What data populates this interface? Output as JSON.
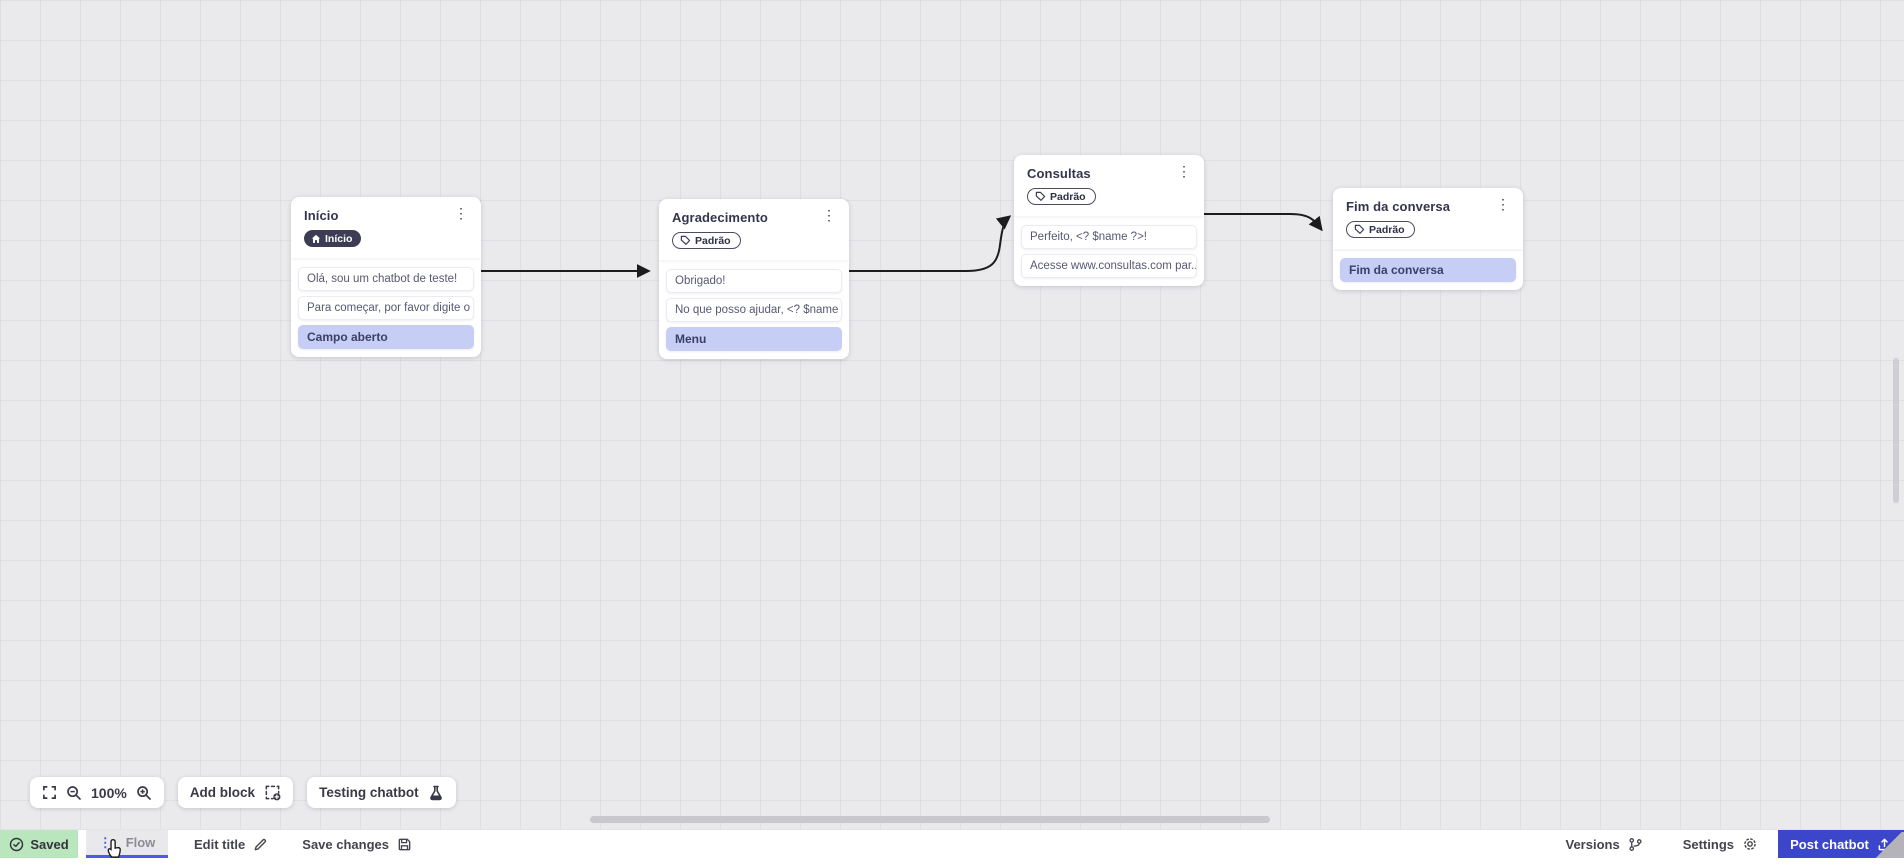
{
  "canvas": {
    "nodes": [
      {
        "title": "Início",
        "badge": {
          "label": "Início",
          "icon": "home-icon",
          "style": "dark"
        },
        "rows": [
          {
            "text": "Olá, sou um chatbot de teste!"
          },
          {
            "text": "Para começar, por favor digite o ..."
          },
          {
            "text": "Campo aberto"
          }
        ]
      },
      {
        "title": "Agradecimento",
        "badge": {
          "label": "Padrão",
          "icon": "tag-icon",
          "style": "outline"
        },
        "rows": [
          {
            "text": "Obrigado!"
          },
          {
            "text": "No que posso ajudar, <? $name ..."
          },
          {
            "text": "Menu"
          }
        ]
      },
      {
        "title": "Consultas",
        "badge": {
          "label": "Padrão",
          "icon": "tag-icon",
          "style": "outline"
        },
        "rows": [
          {
            "text": "Perfeito, <? $name ?>!"
          },
          {
            "text": "Acesse www.consultas.com par..."
          }
        ]
      },
      {
        "title": "Fim da conversa",
        "badge": {
          "label": "Padrão",
          "icon": "tag-icon",
          "style": "outline"
        },
        "rows": [
          {
            "text": "Fim da conversa"
          }
        ]
      }
    ]
  },
  "toolbar": {
    "zoom_level": "100%",
    "add_block_label": "Add block",
    "testing_chatbot_label": "Testing chatbot"
  },
  "statusbar": {
    "saved_label": "Saved",
    "flow_tab_label": "Flow",
    "edit_title_label": "Edit title",
    "save_changes_label": "Save changes",
    "versions_label": "Versions",
    "settings_label": "Settings",
    "post_chatbot_label": "Post chatbot"
  },
  "colors": {
    "accent_indigo": "#5157e6",
    "post_button_blue": "#3b46cb",
    "saved_green_bg": "#b9e6bd",
    "highlight_row_bg": "#c7cef6",
    "dark_badge_bg": "#3e3c55",
    "canvas_bg": "#eae9ec",
    "connector": "#1c1c1c"
  }
}
